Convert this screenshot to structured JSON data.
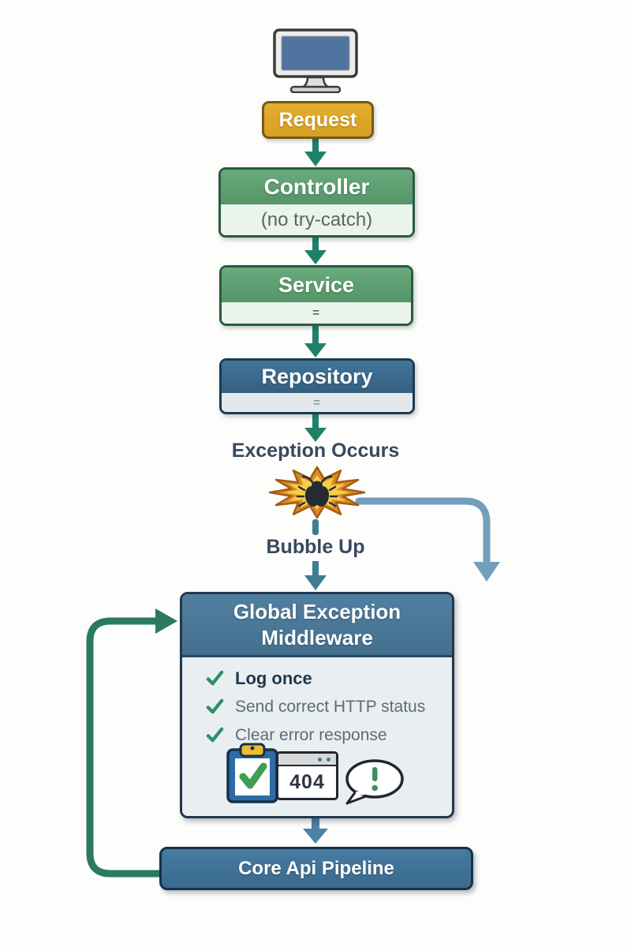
{
  "diagram": {
    "client_icon": "monitor-icon",
    "request": {
      "label": "Request"
    },
    "controller": {
      "title": "Controller",
      "note": "(no try-catch)"
    },
    "service": {
      "title": "Service",
      "note": "="
    },
    "repository": {
      "title": "Repository",
      "note": "="
    },
    "exception_text": "Exception Occurs",
    "burst_icon": "exception-burst-icon",
    "bug_icon": "bug-icon",
    "bubble_text": "Bubble Up",
    "middleware": {
      "title": "Global Exception Middleware",
      "items": [
        {
          "icon": "check-icon",
          "label": "Log once",
          "emphasis": true
        },
        {
          "icon": "check-icon",
          "label": "Send correct HTTP status",
          "emphasis": false
        },
        {
          "icon": "check-icon",
          "label": "Clear error response",
          "emphasis": false
        }
      ],
      "icons": [
        "clipboard-check-icon",
        "browser-404-icon",
        "alert-bubble-icon"
      ],
      "status_code": "404"
    },
    "pipeline": {
      "label": "Core Api Pipeline"
    },
    "colors": {
      "request_bg": "#dda62a",
      "green_header": "#5fa173",
      "green_body": "#eaf4ec",
      "blue_header": "#3c6c90",
      "blue_body": "#e3e9eb",
      "middleware_header": "#4c7c9e",
      "middleware_body": "#e9eff1",
      "pipeline_bg": "#3e7094",
      "arrow_green": "#1f8168",
      "arrow_teal": "#3f7d90",
      "arrow_light_blue": "#72a0bc",
      "arrow_steel_blue": "#4a82a0",
      "loop_green": "#2a7a62",
      "check_green": "#2f8e6b",
      "burst_outer": "#d98a27",
      "burst_inner": "#f5cd49",
      "label_text": "#36495e"
    }
  }
}
